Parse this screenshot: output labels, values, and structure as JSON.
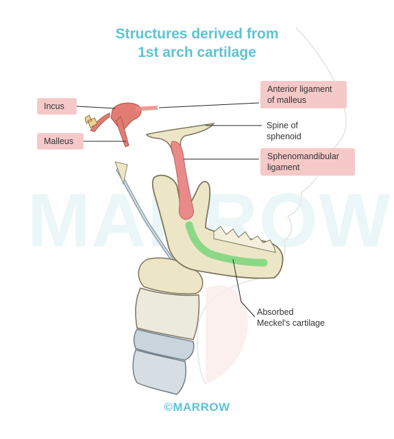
{
  "title": {
    "line1": "Structures derived from",
    "line2": "1st arch cartilage"
  },
  "watermark": "MARROW",
  "labels": {
    "incus": "Incus",
    "malleus": "Malleus",
    "anterior_ligament_line1": "Anterior ligament",
    "anterior_ligament_line2": "of malleus",
    "spine_line1": "Spine of",
    "spine_line2": "sphenoid",
    "sphenomandibular_line1": "Sphenomandibular",
    "sphenomandibular_line2": "ligament",
    "absorbed_line1": "Absorbed",
    "absorbed_line2": "Meckel's cartilage"
  },
  "footer": "©MARROW",
  "colors": {
    "title": "#5cc3d3",
    "label_box": "#f6c9c9",
    "bone": "#ede6c6",
    "ossicle": "#e27c72",
    "ligament": "#e98a88",
    "meckel": "#7fd67f",
    "cartilage_blue": "#c9d4dc"
  }
}
